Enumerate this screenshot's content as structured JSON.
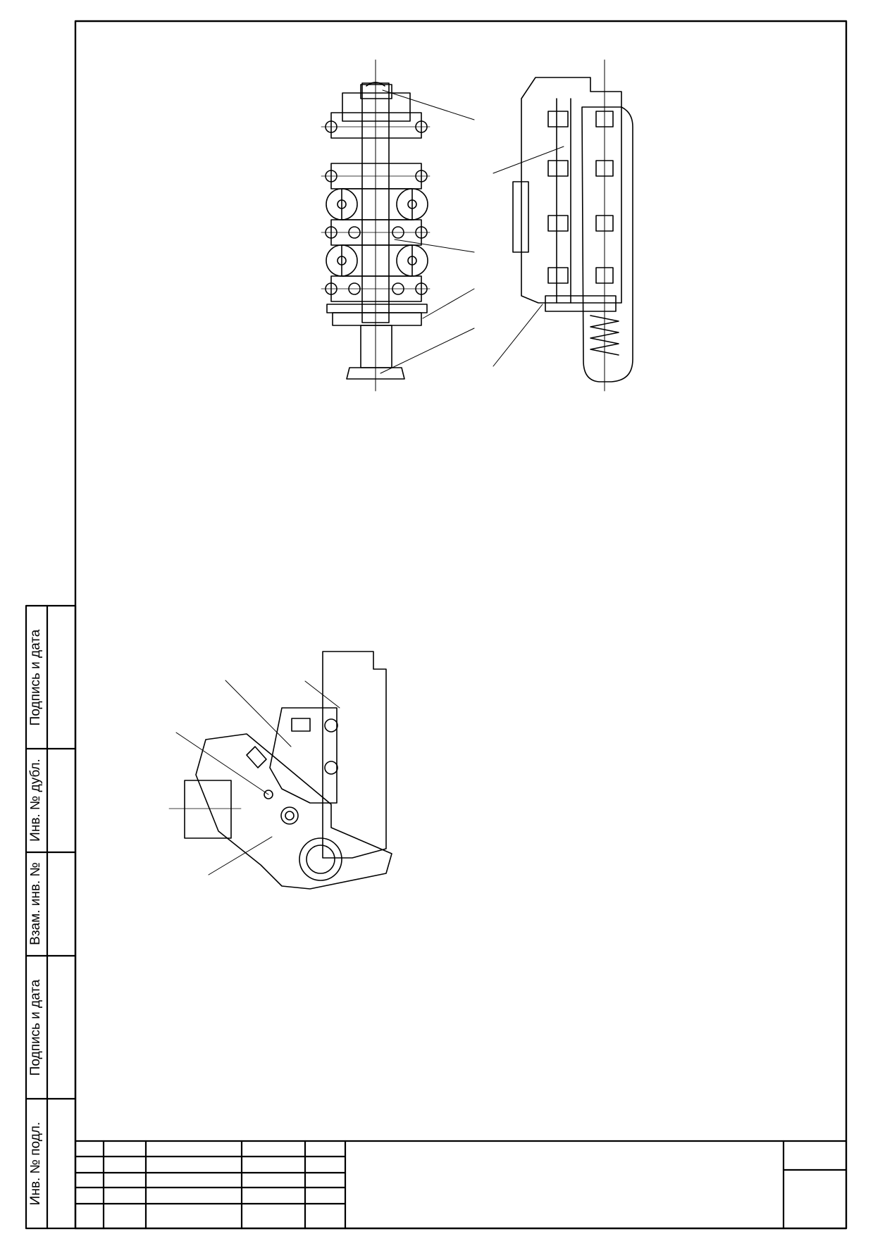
{
  "side_stamp": {
    "labels": [
      "Подпись и дата",
      "Инв. № дубл.",
      "Взам. инв. №",
      "Подпись и дата",
      "Инв. № подл."
    ]
  }
}
